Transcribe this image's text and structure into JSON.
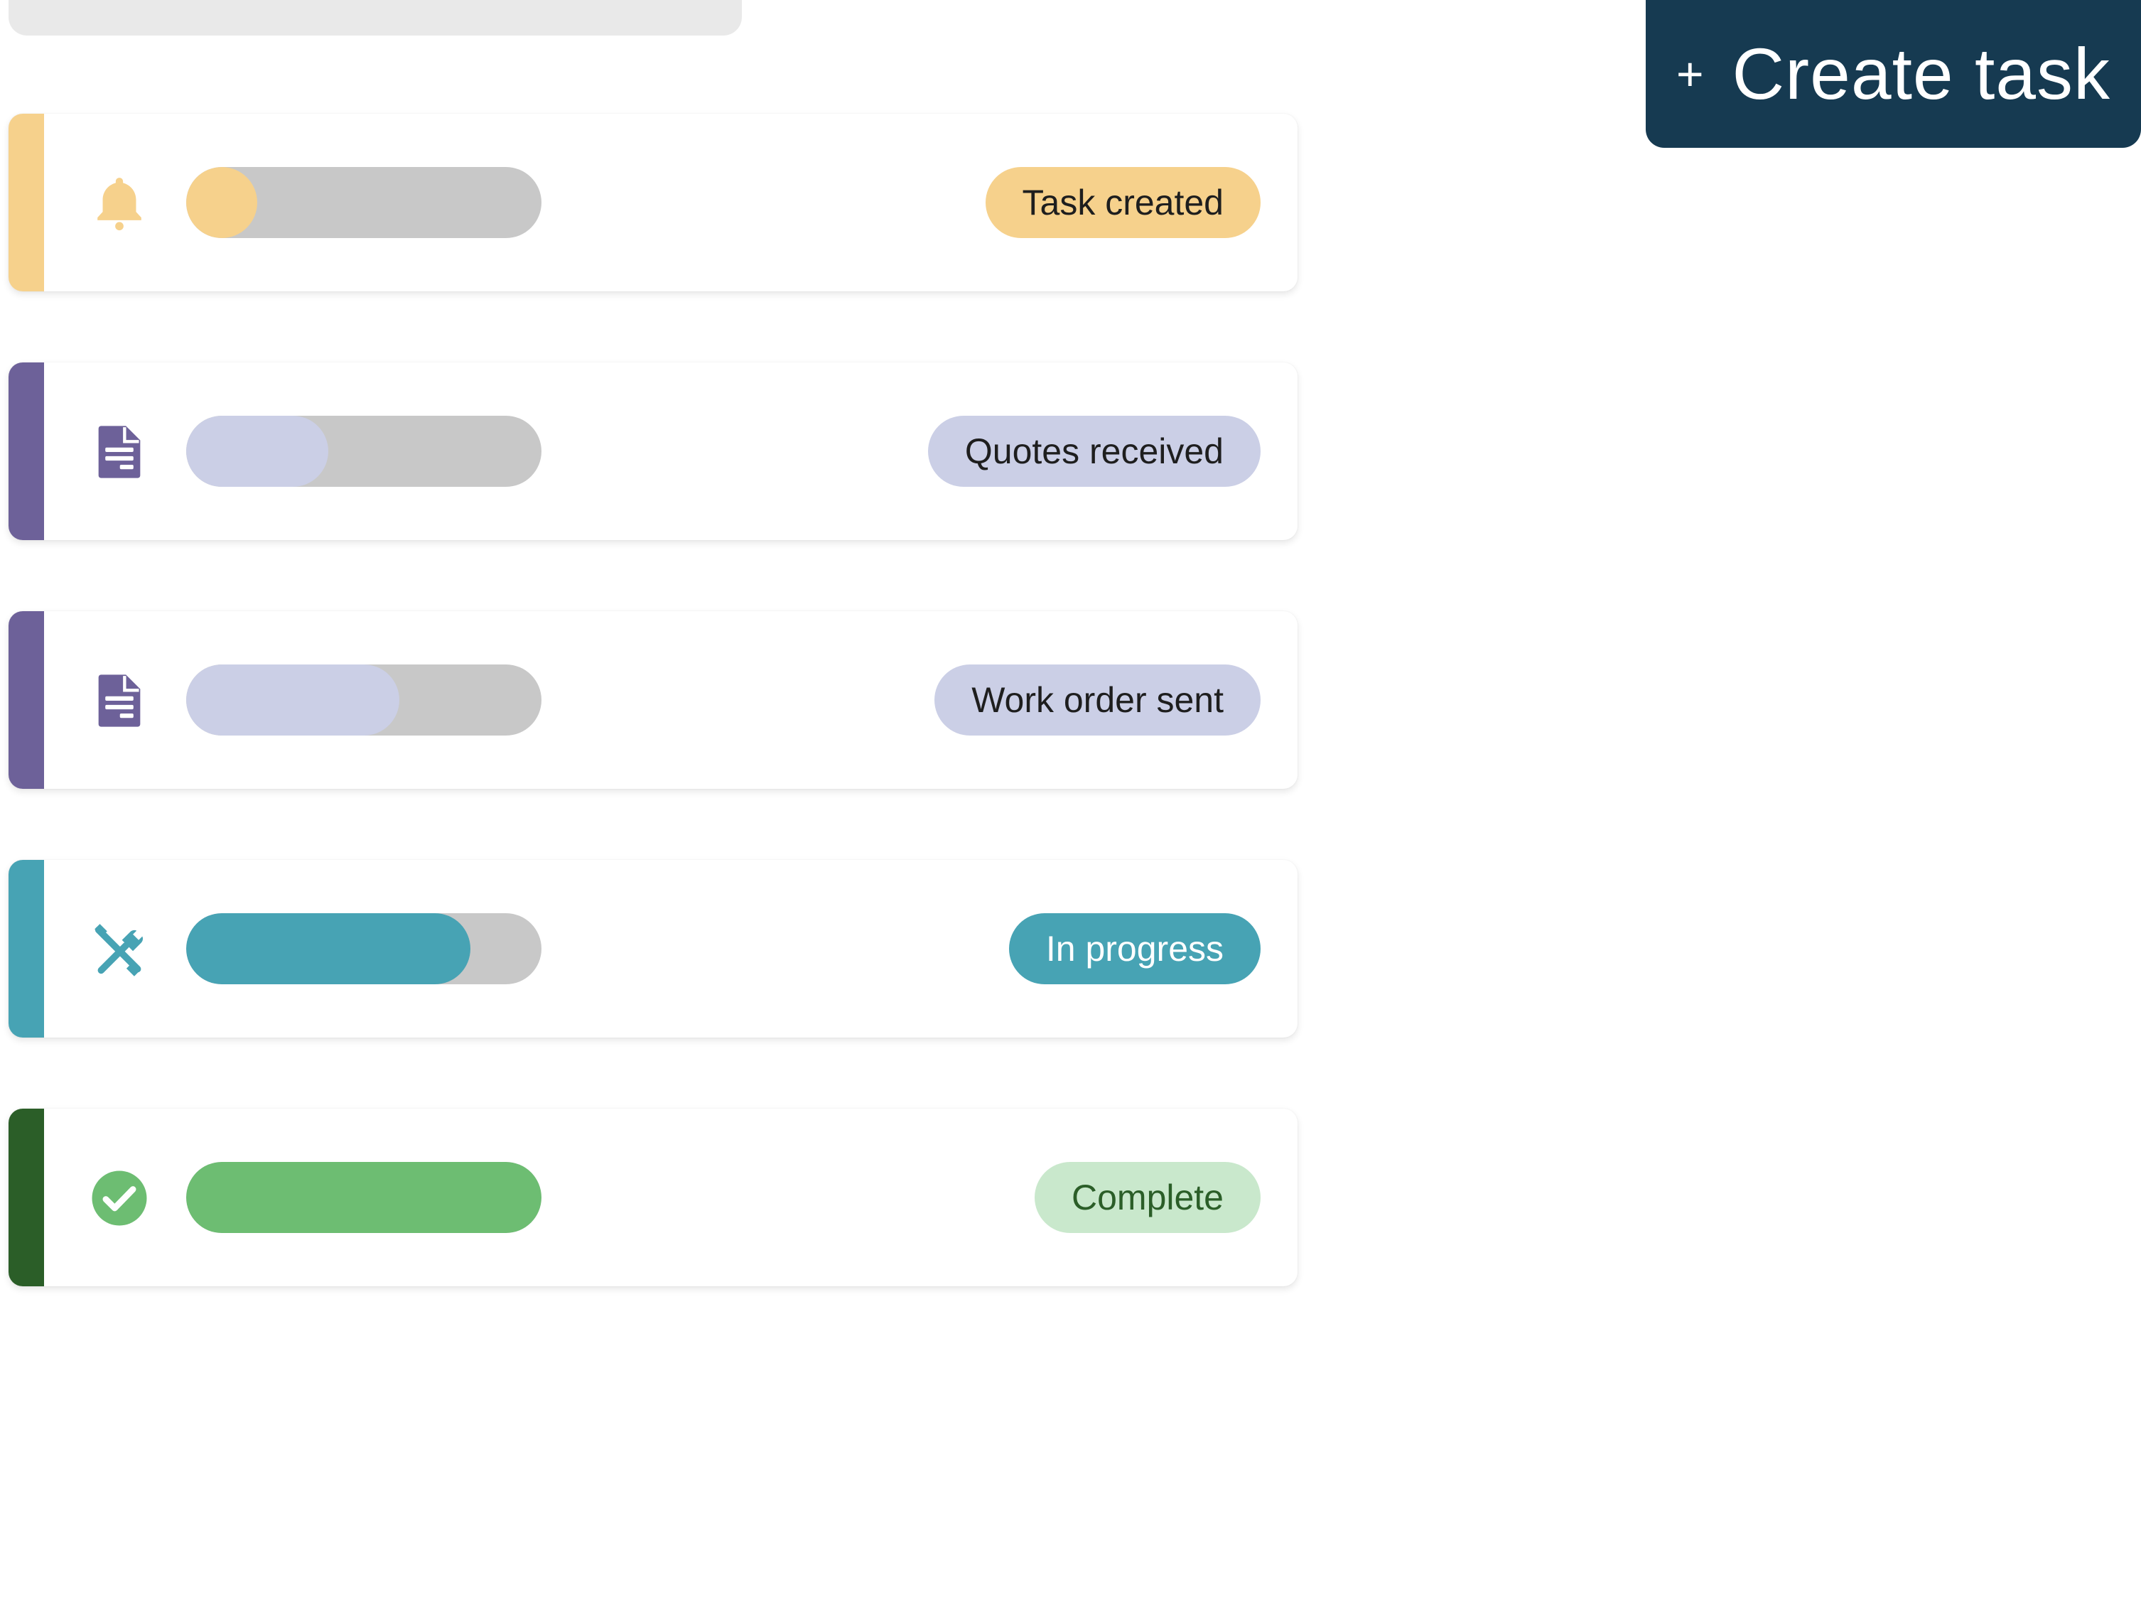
{
  "header": {
    "create_button": {
      "plus": "+",
      "label": "Create task"
    }
  },
  "tasks": [
    {
      "status": "Task created",
      "progress": 0.2,
      "icon": "bell-icon",
      "accent_color": "#f6d18c",
      "fill_color": "#f6d18c",
      "badge_bg": "#f6d18c",
      "badge_text_color": "#1e1e1e"
    },
    {
      "status": "Quotes received",
      "progress": 0.4,
      "icon": "document-icon",
      "accent_color": "#6d6199",
      "fill_color": "#cbcfe6",
      "badge_bg": "#cbcfe6",
      "badge_text_color": "#1e1e1e"
    },
    {
      "status": "Work order sent",
      "progress": 0.6,
      "icon": "document-icon",
      "accent_color": "#6d6199",
      "fill_color": "#cbcfe6",
      "badge_bg": "#cbcfe6",
      "badge_text_color": "#1e1e1e"
    },
    {
      "status": "In progress",
      "progress": 0.8,
      "icon": "tools-icon",
      "accent_color": "#47a3b4",
      "fill_color": "#47a3b4",
      "badge_bg": "#47a3b4",
      "badge_text_color": "#ffffff"
    },
    {
      "status": "Complete",
      "progress": 1.0,
      "icon": "check-circle-icon",
      "accent_color": "#2b5e28",
      "fill_color": "#6dbd72",
      "badge_bg": "#c9e8cc",
      "badge_text_color": "#2b5e28"
    }
  ]
}
